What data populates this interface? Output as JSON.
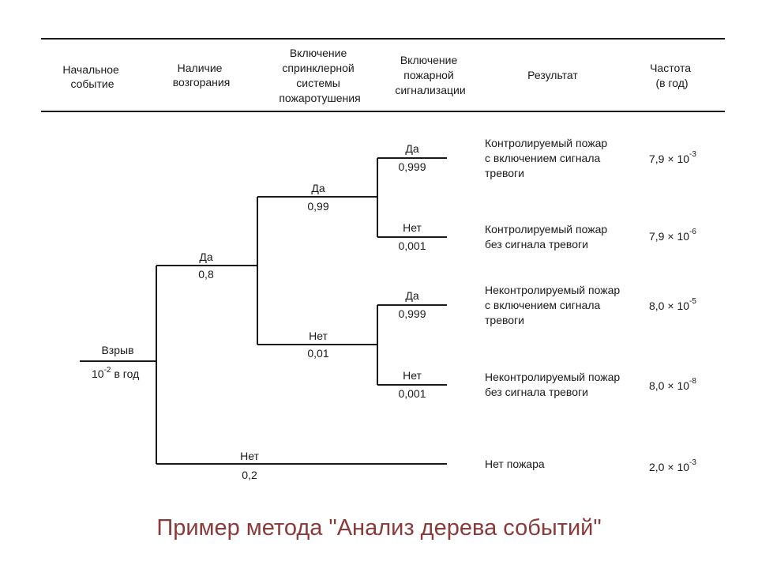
{
  "headers": {
    "initial_event": [
      "Начальное",
      "событие"
    ],
    "ignition": [
      "Наличие",
      "возгорания"
    ],
    "sprinkler": [
      "Включение",
      "спринклерной",
      "системы",
      "пожаротушения"
    ],
    "alarm": [
      "Включение",
      "пожарной",
      "сигнализации"
    ],
    "result": [
      "Результат"
    ],
    "frequency": [
      "Частота",
      "(в год)"
    ]
  },
  "initial_event": {
    "name": "Взрыв",
    "rate_base": "10",
    "rate_exp": "-2",
    "rate_unit": "в год"
  },
  "branches": {
    "ignition_yes": {
      "label": "Да",
      "prob": "0,8"
    },
    "ignition_no": {
      "label": "Нет",
      "prob": "0,2"
    },
    "sprinkler_yes": {
      "label": "Да",
      "prob": "0,99"
    },
    "sprinkler_no": {
      "label": "Нет",
      "prob": "0,01"
    },
    "alarm_yes_1": {
      "label": "Да",
      "prob": "0,999"
    },
    "alarm_no_1": {
      "label": "Нет",
      "prob": "0,001"
    },
    "alarm_yes_2": {
      "label": "Да",
      "prob": "0,999"
    },
    "alarm_no_2": {
      "label": "Нет",
      "prob": "0,001"
    }
  },
  "outcomes": [
    {
      "result": [
        "Контролируемый пожар",
        "с включением сигнала",
        "тревоги"
      ],
      "mantissa": "7,9",
      "times": "×",
      "base": "10",
      "exp": "-3"
    },
    {
      "result": [
        "Контролируемый пожар",
        "без сигнала тревоги"
      ],
      "mantissa": "7,9",
      "times": "×",
      "base": "10",
      "exp": "-6"
    },
    {
      "result": [
        "Неконтролируемый пожар",
        "с включением сигнала",
        "тревоги"
      ],
      "mantissa": "8,0",
      "times": "×",
      "base": "10",
      "exp": "-5"
    },
    {
      "result": [
        "Неконтролируемый пожар",
        "без сигнала тревоги"
      ],
      "mantissa": "8,0",
      "times": "×",
      "base": "10",
      "exp": "-8"
    },
    {
      "result": [
        "Нет пожара"
      ],
      "mantissa": "2,0",
      "times": "×",
      "base": "10",
      "exp": "-3"
    }
  ],
  "caption": "Пример метода \"Анализ дерева событий\""
}
